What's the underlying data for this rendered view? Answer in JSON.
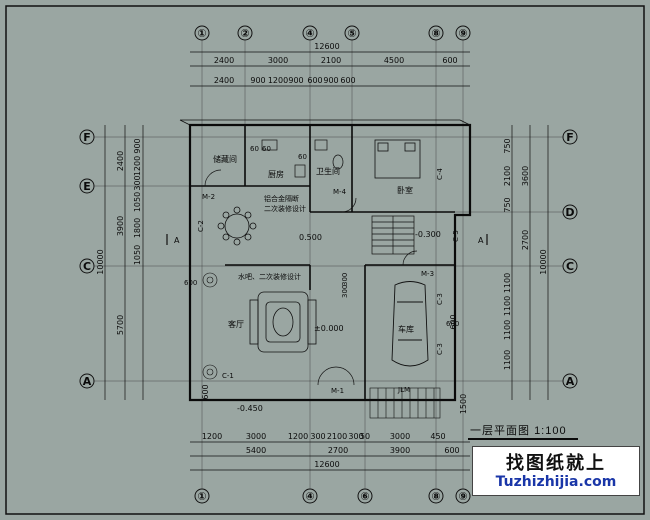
{
  "drawing_title": "一层平面图",
  "scale": "1:100",
  "watermark": {
    "cn": "找图纸就上",
    "en": "Tuzhizhijia.com"
  },
  "axes": {
    "top": [
      "①",
      "②",
      "④",
      "⑤",
      "⑧",
      "⑨"
    ],
    "bottom": [
      "①",
      "④",
      "⑥",
      "⑧",
      "⑨"
    ],
    "left": [
      "F",
      "E",
      "C",
      "A"
    ],
    "right": [
      "F",
      "D",
      "C",
      "A"
    ]
  },
  "dims_top": {
    "total": "12600",
    "row2": [
      "2400",
      "3000",
      "2100",
      "4500",
      "600"
    ],
    "row3": [
      "2400",
      "900",
      "1200",
      "900",
      "600",
      "900",
      "600"
    ]
  },
  "dims_bottom": {
    "row1": [
      "1200",
      "3000",
      "1200",
      "300",
      "2100",
      "300",
      "3000",
      "450",
      "50"
    ],
    "row2": [
      "5400",
      "2700",
      "3900",
      "600"
    ],
    "total": "12600"
  },
  "dims_left": {
    "outer": "10000",
    "middle": [
      "2400",
      "3900",
      "5700"
    ],
    "inner": [
      "900",
      "1200",
      "300",
      "1050",
      "1800",
      "1050",
      "600"
    ]
  },
  "dims_right": {
    "outer": "10000",
    "middle": [
      "3600",
      "2700"
    ],
    "inner": [
      "750",
      "2100",
      "750",
      "1100",
      "1100",
      "1100",
      "1100",
      "600",
      "1500"
    ]
  },
  "rooms": {
    "storage": "储藏间",
    "kitchen": "厨房",
    "bathroom": "卫生间",
    "bedroom": "卧室",
    "living": "客厅",
    "garage": "车库"
  },
  "notes": {
    "alloy_door": "铝合金隔断",
    "secondary_decor": "二次装修设计",
    "bar_decor": "水吧、二次装修设计"
  },
  "door_labels": [
    "M-2",
    "M-4",
    "M-3",
    "M-1",
    "JLM"
  ],
  "window_labels": [
    "C-1",
    "C-2",
    "C-3",
    "C-3",
    "C-4",
    "C-5"
  ],
  "elevations": [
    "0.500",
    "-0.300",
    "±0.000",
    "-0.450"
  ],
  "section_marks": [
    "A",
    "A"
  ],
  "misc_labels": [
    "60",
    "60",
    "60",
    "600",
    "600",
    "300",
    "300"
  ]
}
